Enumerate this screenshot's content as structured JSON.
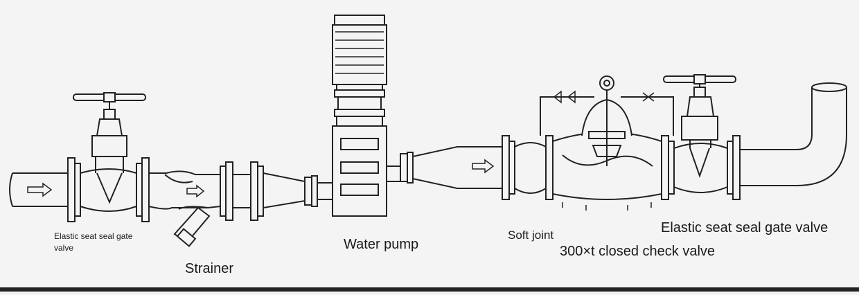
{
  "labels": {
    "gate_valve_left": "Elastic seat seal gate valve",
    "strainer": "Strainer",
    "water_pump": "Water pump",
    "soft_joint": "Soft joint",
    "check_valve": "300×t closed check valve",
    "gate_valve_right": "Elastic seat seal gate valve"
  },
  "colors": {
    "line": "#222222",
    "background": "#f4f4f4"
  },
  "icons": [
    "flow-arrow-icon",
    "handwheel-icon"
  ]
}
